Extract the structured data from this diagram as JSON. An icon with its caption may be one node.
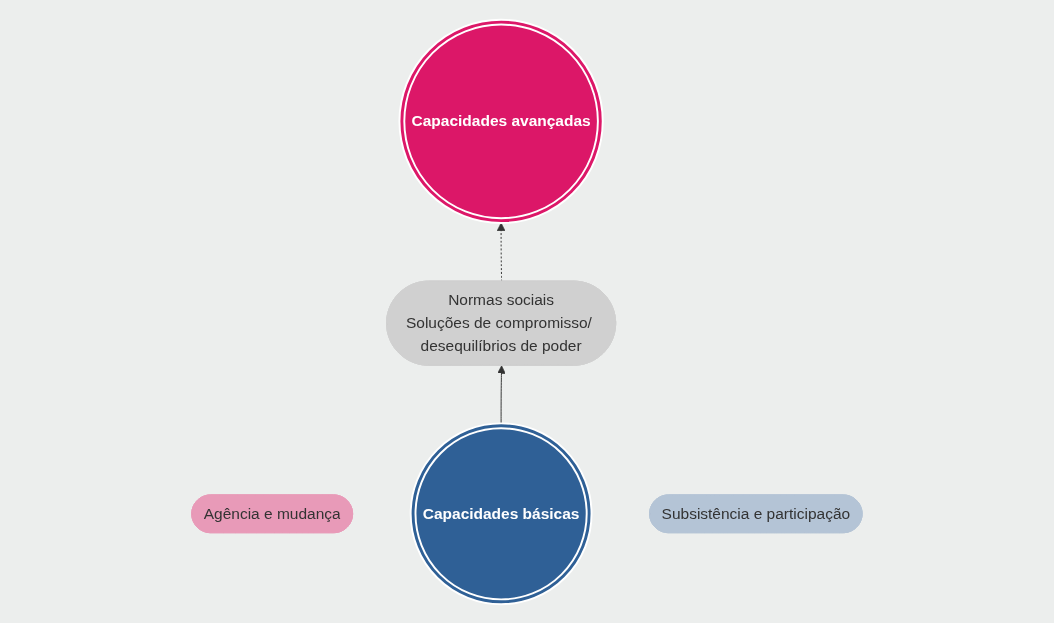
{
  "diagram": {
    "nodes": [
      {
        "text": [
          "Capacidades avançadas"
        ]
      },
      {
        "text": [
          "Agência e mudança"
        ]
      },
      {
        "text": [
          "Normas sociais",
          "Soluções de compromisso/ desequilíbrios de poder"
        ]
      },
      {
        "text": [
          "Capacidades básicas"
        ]
      },
      {
        "text": [
          "Subsistência e participação"
        ]
      }
    ],
    "edges": [
      {
        "from": 3,
        "to": 2,
        "arrow": "to"
      },
      {
        "from": 2,
        "to": 0,
        "arrow": "to",
        "style": "dashed"
      }
    ]
  }
}
